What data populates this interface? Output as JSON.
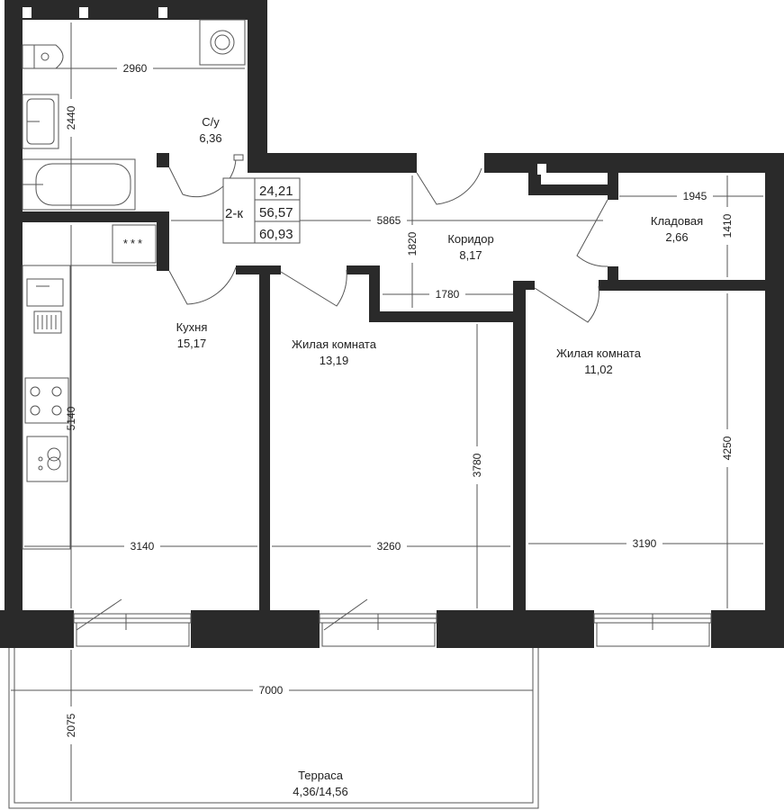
{
  "summary": {
    "type": "2-к",
    "living_area": "24,21",
    "total_area": "56,57",
    "total_with_terrace": "60,93"
  },
  "rooms": {
    "bathroom": {
      "name": "С/у",
      "area": "6,36"
    },
    "corridor": {
      "name": "Коридор",
      "area": "8,17"
    },
    "storage": {
      "name": "Кладовая",
      "area": "2,66"
    },
    "kitchen": {
      "name": "Кухня",
      "area": "15,17"
    },
    "living1": {
      "name": "Жилая комната",
      "area": "13,19"
    },
    "living2": {
      "name": "Жилая комната",
      "area": "11,02"
    },
    "terrace": {
      "name": "Терраса",
      "area": "4,36/14,56"
    }
  },
  "dimensions": {
    "bath_width": "2960",
    "bath_height": "2440",
    "corridor_length": "5865",
    "corridor_depth": "1820",
    "corridor_niche": "1780",
    "storage_width": "1945",
    "storage_depth": "1410",
    "kitchen_depth": "5140",
    "kitchen_width": "3140",
    "living1_width": "3260",
    "living1_depth": "3780",
    "living2_width": "3190",
    "living2_depth": "4250",
    "terrace_width": "7000",
    "terrace_depth": "2075"
  },
  "stove_marks": "***"
}
